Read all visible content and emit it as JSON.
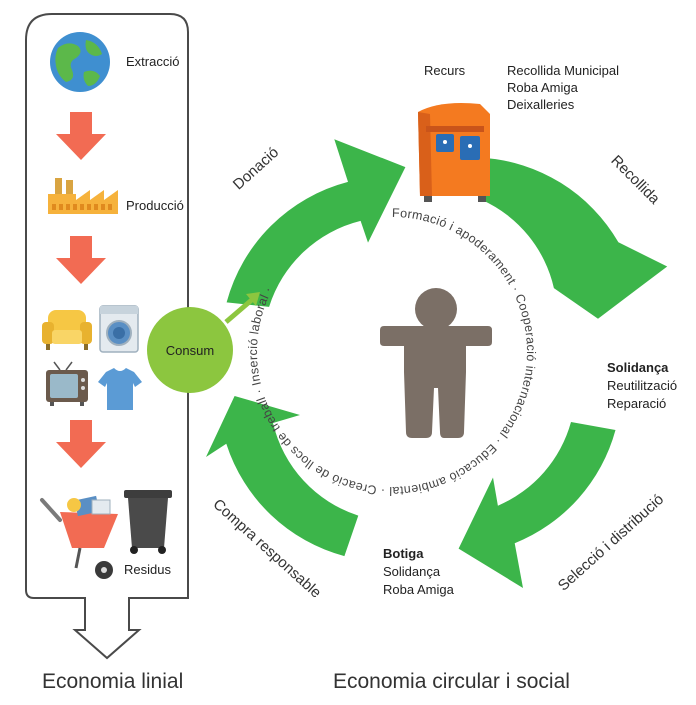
{
  "colors": {
    "green": "#3cb54a",
    "light_green": "#8cc63f",
    "red_arrow": "#f26b53",
    "outline": "#4a4a4a",
    "figure": "#7b6f66",
    "container_orange": "#f47a20",
    "container_dark": "#d9601a",
    "logo_blue": "#2a6db5"
  },
  "linear": {
    "title": "Economia linial",
    "steps": {
      "extraccio": "Extracció",
      "produccio": "Producció",
      "residus": "Residus"
    },
    "icons": [
      "globe-icon",
      "factory-icon",
      "armchair-icon",
      "washing-machine-icon",
      "tv-icon",
      "tshirt-icon",
      "wheelbarrow-icon",
      "trash-bin-icon"
    ]
  },
  "circular": {
    "title": "Economia circular i social",
    "consum": "Consum",
    "arrows": {
      "donacio": "Donació",
      "recollida": "Recollida",
      "seleccio": "Selecció i distribució",
      "compra": "Compra responsable"
    },
    "recurs": {
      "title": "Recurs",
      "items": [
        "Recollida Municipal",
        "Roba Amiga",
        "Deixalleries"
      ]
    },
    "solidanca": {
      "title": "Solidança",
      "items": [
        "Reutilització",
        "Reparació"
      ]
    },
    "botiga": {
      "title": "Botiga",
      "items": [
        "Solidança",
        "Roba Amiga"
      ]
    },
    "ring_text": "Formació i apoderament · Cooperació internacional · Educació ambiental · Creació de llocs de treball · Inserció laboral ·"
  }
}
